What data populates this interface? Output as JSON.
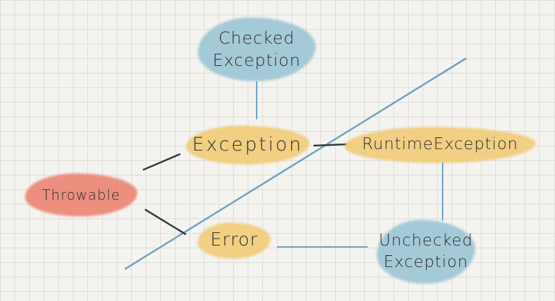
{
  "nodes": {
    "checked_exception": "Checked\nException",
    "exception": "Exception",
    "runtime_exception": "RuntimeException",
    "throwable": "Throwable",
    "error": "Error",
    "unchecked_exception": "Unchecked\nException"
  },
  "colors": {
    "blue": "#9fc7d6",
    "yellow": "#f1cc7a",
    "red": "#ec8776",
    "divider": "#6aa3c0",
    "connector": "#2f3a40"
  }
}
